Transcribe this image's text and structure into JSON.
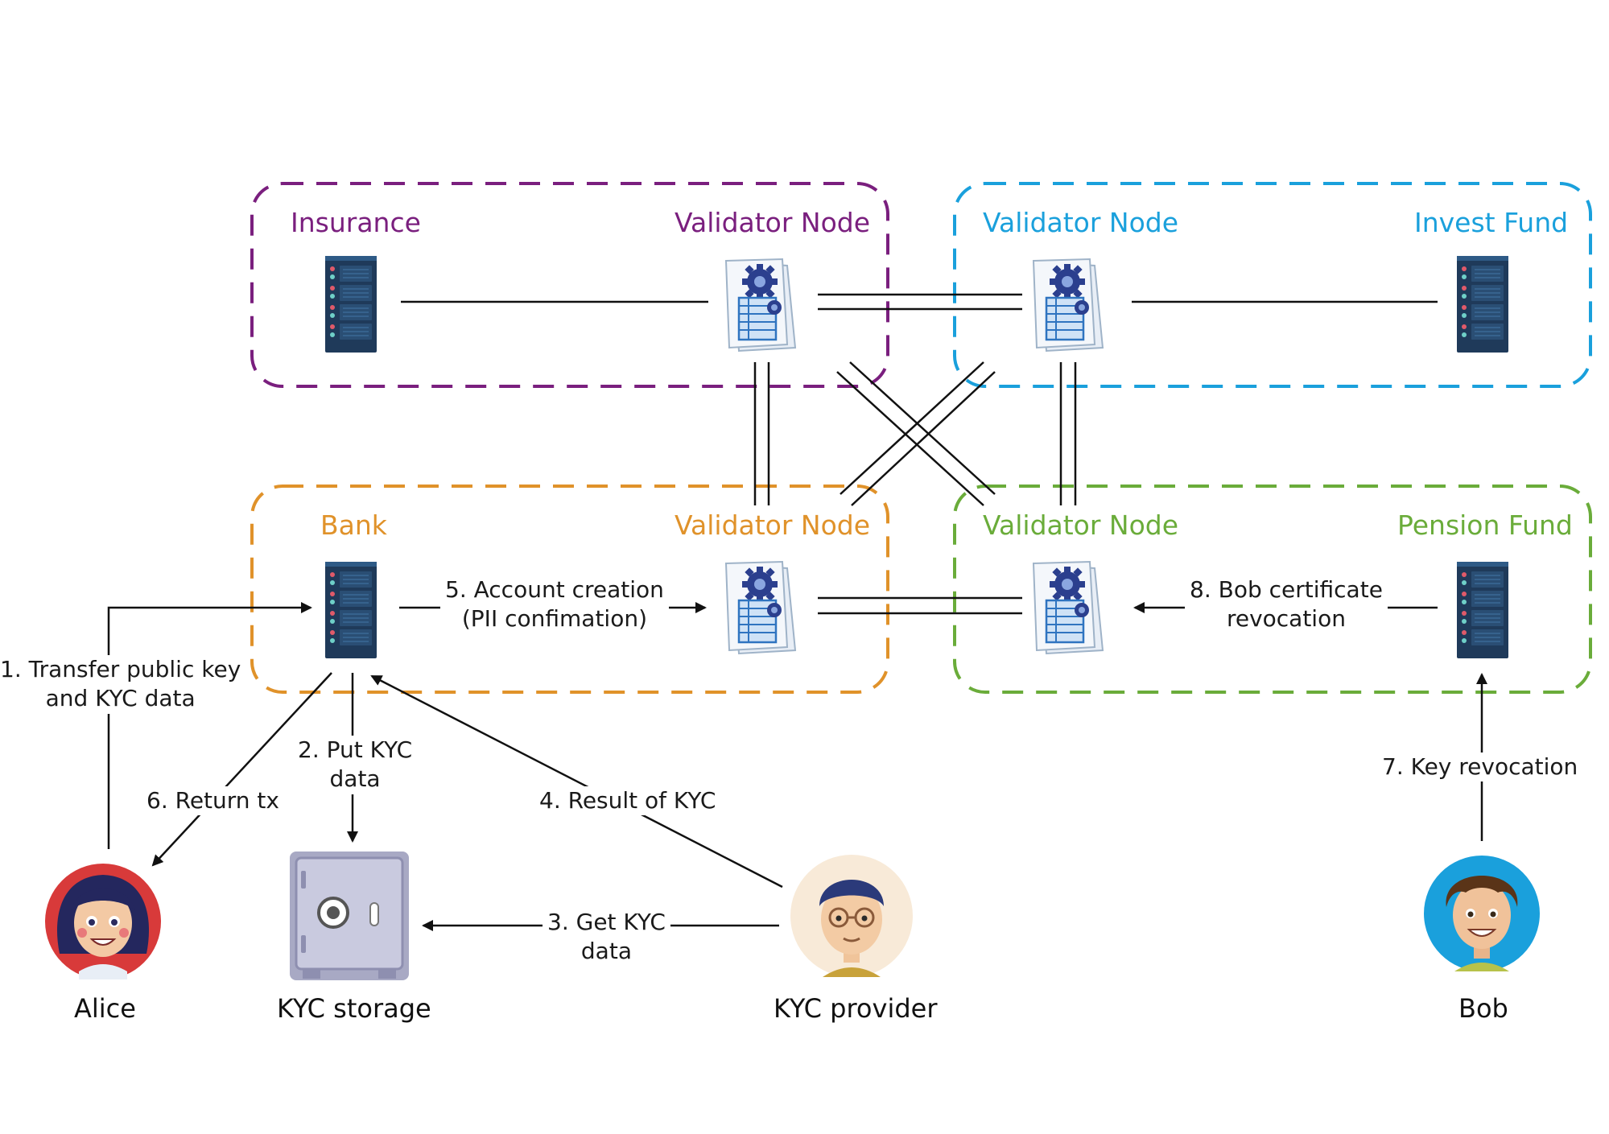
{
  "colors": {
    "insurance": "#7a1f7e",
    "invest": "#1aa0dc",
    "bank": "#e0922a",
    "pension": "#6aac3a",
    "line": "#111111",
    "server": "#1f3a5a",
    "doc": "#2f74c0"
  },
  "groups": {
    "insurance": {
      "title": "Insurance",
      "validator": "Validator Node"
    },
    "invest": {
      "title": "Invest Fund",
      "validator": "Validator Node"
    },
    "bank": {
      "title": "Bank",
      "validator": "Validator Node"
    },
    "pension": {
      "title": "Pension Fund",
      "validator": "Validator Node"
    }
  },
  "steps": {
    "s1": {
      "line1": "1. Transfer public key",
      "line2": "and KYC data"
    },
    "s2": {
      "line1": "2. Put KYC",
      "line2": "data"
    },
    "s3": {
      "line1": "3. Get KYC",
      "line2": "data"
    },
    "s4": {
      "line1": "4. Result of KYC"
    },
    "s5": {
      "line1": "5. Account creation",
      "line2": "(PII confimation)"
    },
    "s6": {
      "line1": "6. Return tx"
    },
    "s7": {
      "line1": "7. Key revocation"
    },
    "s8": {
      "line1": "8. Bob certificate",
      "line2": "revocation"
    }
  },
  "actors": {
    "alice": "Alice",
    "storage": "KYC storage",
    "provider": "KYC provider",
    "bob": "Bob"
  },
  "icons": {
    "server": "server-rack-icon",
    "validator": "validator-document-gear-icon",
    "safe": "safe-vault-icon",
    "avatar": "person-avatar-icon"
  }
}
